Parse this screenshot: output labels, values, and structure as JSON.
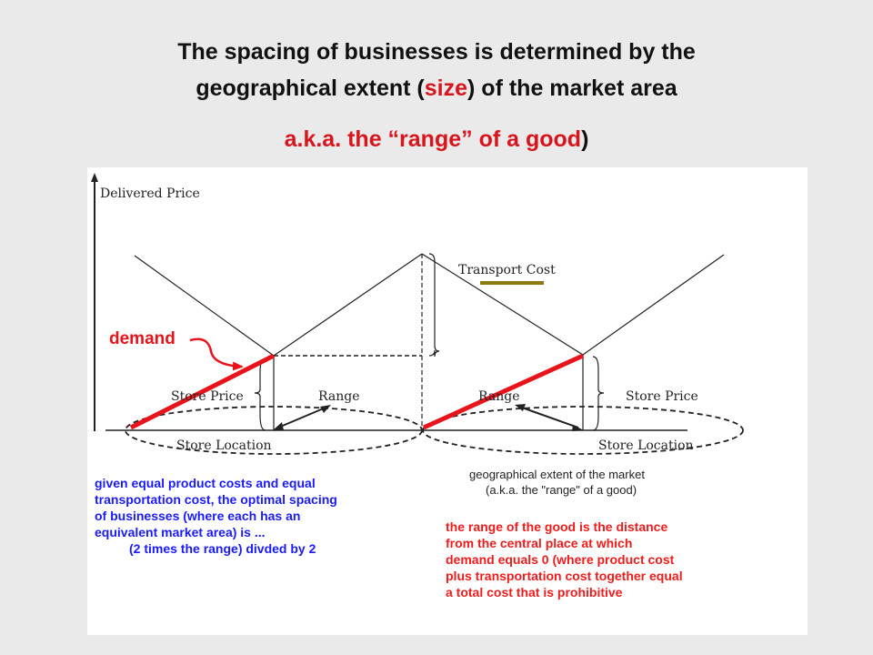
{
  "title": {
    "line1": "The spacing of businesses is determined by the",
    "line2_pre": "geographical extent (",
    "line2_red": "size",
    "line2_post": ") of the market area",
    "line3_red": "a.k.a. the “range” of a good",
    "line3_post": ")"
  },
  "diagram": {
    "y_axis_label": "Delivered Price",
    "transport_cost_label": "Transport Cost",
    "demand_label": "demand",
    "store_price_left": "Store Price",
    "store_price_right": "Store Price",
    "range_left": "Range",
    "range_right": "Range",
    "store_location_left": "Store Location",
    "store_location_right": "Store Location",
    "colors": {
      "demand": "#e8141c",
      "transport_swatch": "#8a7a10",
      "line": "#222222"
    }
  },
  "notes": {
    "left": [
      "given equal product costs and equal",
      "transportation cost, the optimal spacing",
      "of businesses (where each has an",
      "equivalent market area) is ...",
      "(2 times the range) divded by 2"
    ],
    "geo": [
      "geographical extent of the market",
      "(a.k.a. the \"range\" of a good)"
    ],
    "right": [
      "the range of the good is the distance",
      "from the central place at which",
      "demand equals 0 (where product cost",
      "plus transportation cost together equal",
      "a total cost that is prohibitive"
    ]
  }
}
